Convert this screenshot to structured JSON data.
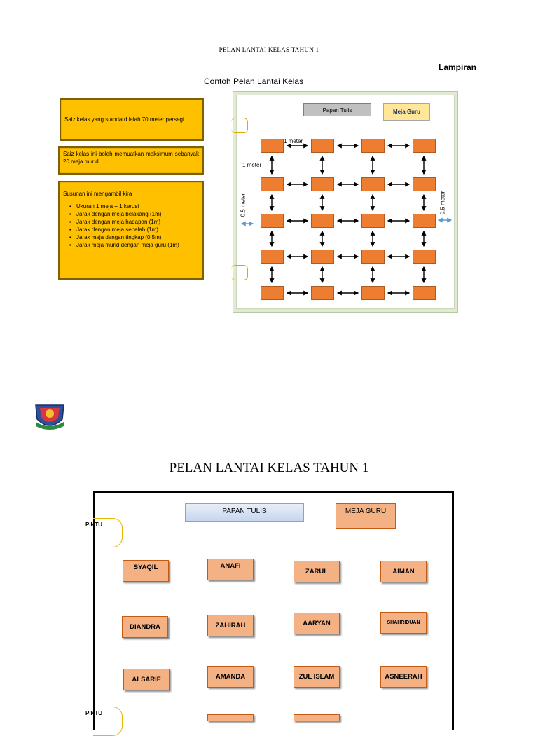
{
  "header": {
    "title": "PELAN LANTAI KELAS TAHUN 1",
    "lampiran": "Lampiran",
    "subtitle": "Contoh Pelan Lantai Kelas"
  },
  "info_boxes": {
    "box1": "Saiz kelas yang standard ialah 70 meter persegi",
    "box2": "Saiz kelas ini boleh memuatkan maksimum sebanyak 20 meja murid",
    "box3_title": "Susunan ini mengambil kira",
    "box3_items": [
      "Ukuran 1 meja + 1 kerusi",
      "Jarak dengan meja belakang (1m)",
      "Jarak dengan meja hadapan (1m)",
      "Jarak dengan meja sebelah (1m)",
      "Jarak meja dengan tingkap (0.5m)",
      "Jarak meja murid dengan meja guru (1m)"
    ]
  },
  "sample_plan": {
    "papan_tulis": "Papan Tulis",
    "meja_guru": "Meja Guru",
    "label_1m_h": "1 meter",
    "label_1m_v": "1 meter",
    "label_05_left": "0.5 meter",
    "label_05_right": "0.5 meter",
    "accent_desk": "#ed7d31",
    "rows": 5,
    "cols": 4
  },
  "classroom": {
    "title": "PELAN LANTAI KELAS TAHUN 1",
    "papan_tulis": "PAPAN TULIS",
    "meja_guru": "MEJA GURU",
    "pintu_top": "PINTU",
    "pintu_bottom": "PINTU",
    "students": [
      "SYAQIL",
      "ANAFI",
      "ZARUL",
      "AIMAN",
      "DIANDRA",
      "ZAHIRAH",
      "AARYAN",
      "SHAHRIDUAN",
      "ALSARIF",
      "AMANDA",
      "ZUL ISLAM",
      "ASNEERAH"
    ]
  }
}
